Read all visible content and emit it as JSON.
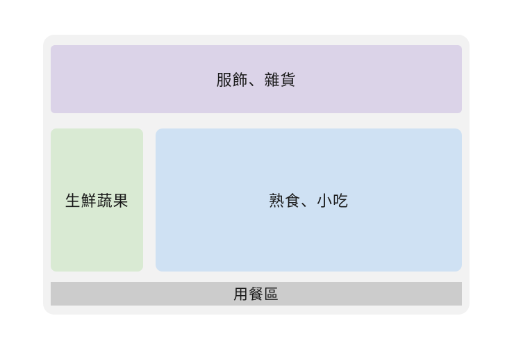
{
  "zones": {
    "top": {
      "label": "服飾、雜貨",
      "color": "#dbd3e8"
    },
    "left": {
      "label": "生鮮蔬果",
      "color": "#d9ead3"
    },
    "main": {
      "label": "熟食、小吃",
      "color": "#cfe1f3"
    },
    "bottom": {
      "label": "用餐區",
      "color": "#cccccc"
    }
  },
  "container_color": "#f2f2f2"
}
